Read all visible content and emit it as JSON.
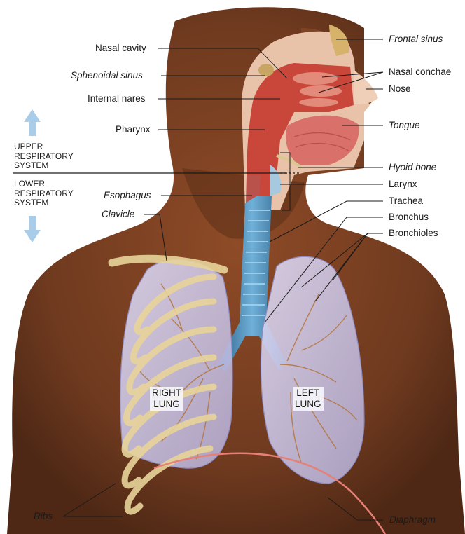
{
  "labels": {
    "nasal_cavity": "Nasal cavity",
    "sphenoidal_sinus": "Sphenoidal sinus",
    "internal_nares": "Internal nares",
    "pharynx": "Pharynx",
    "esophagus": "Esophagus",
    "clavicle": "Clavicle",
    "ribs": "Ribs",
    "frontal_sinus": "Frontal sinus",
    "nasal_conchae": "Nasal conchae",
    "nose": "Nose",
    "tongue": "Tongue",
    "hyoid_bone": "Hyoid bone",
    "larynx": "Larynx",
    "trachea": "Trachea",
    "bronchus": "Bronchus",
    "bronchioles": "Bronchioles",
    "diaphragm": "Diaphragm"
  },
  "systems": {
    "upper": "UPPER\nRESPIRATORY\nSYSTEM",
    "lower": "LOWER\nRESPIRATORY\nSYSTEM"
  },
  "lungs": {
    "right": "RIGHT\nLUNG",
    "left": "LEFT\nLUNG"
  },
  "colors": {
    "skin": "#7a3f22",
    "airway": "#c8463a",
    "trachea": "#3f7fa8",
    "lung": "#c7c3e6",
    "bone": "#e8d49a",
    "arrow": "#a9cde8"
  }
}
